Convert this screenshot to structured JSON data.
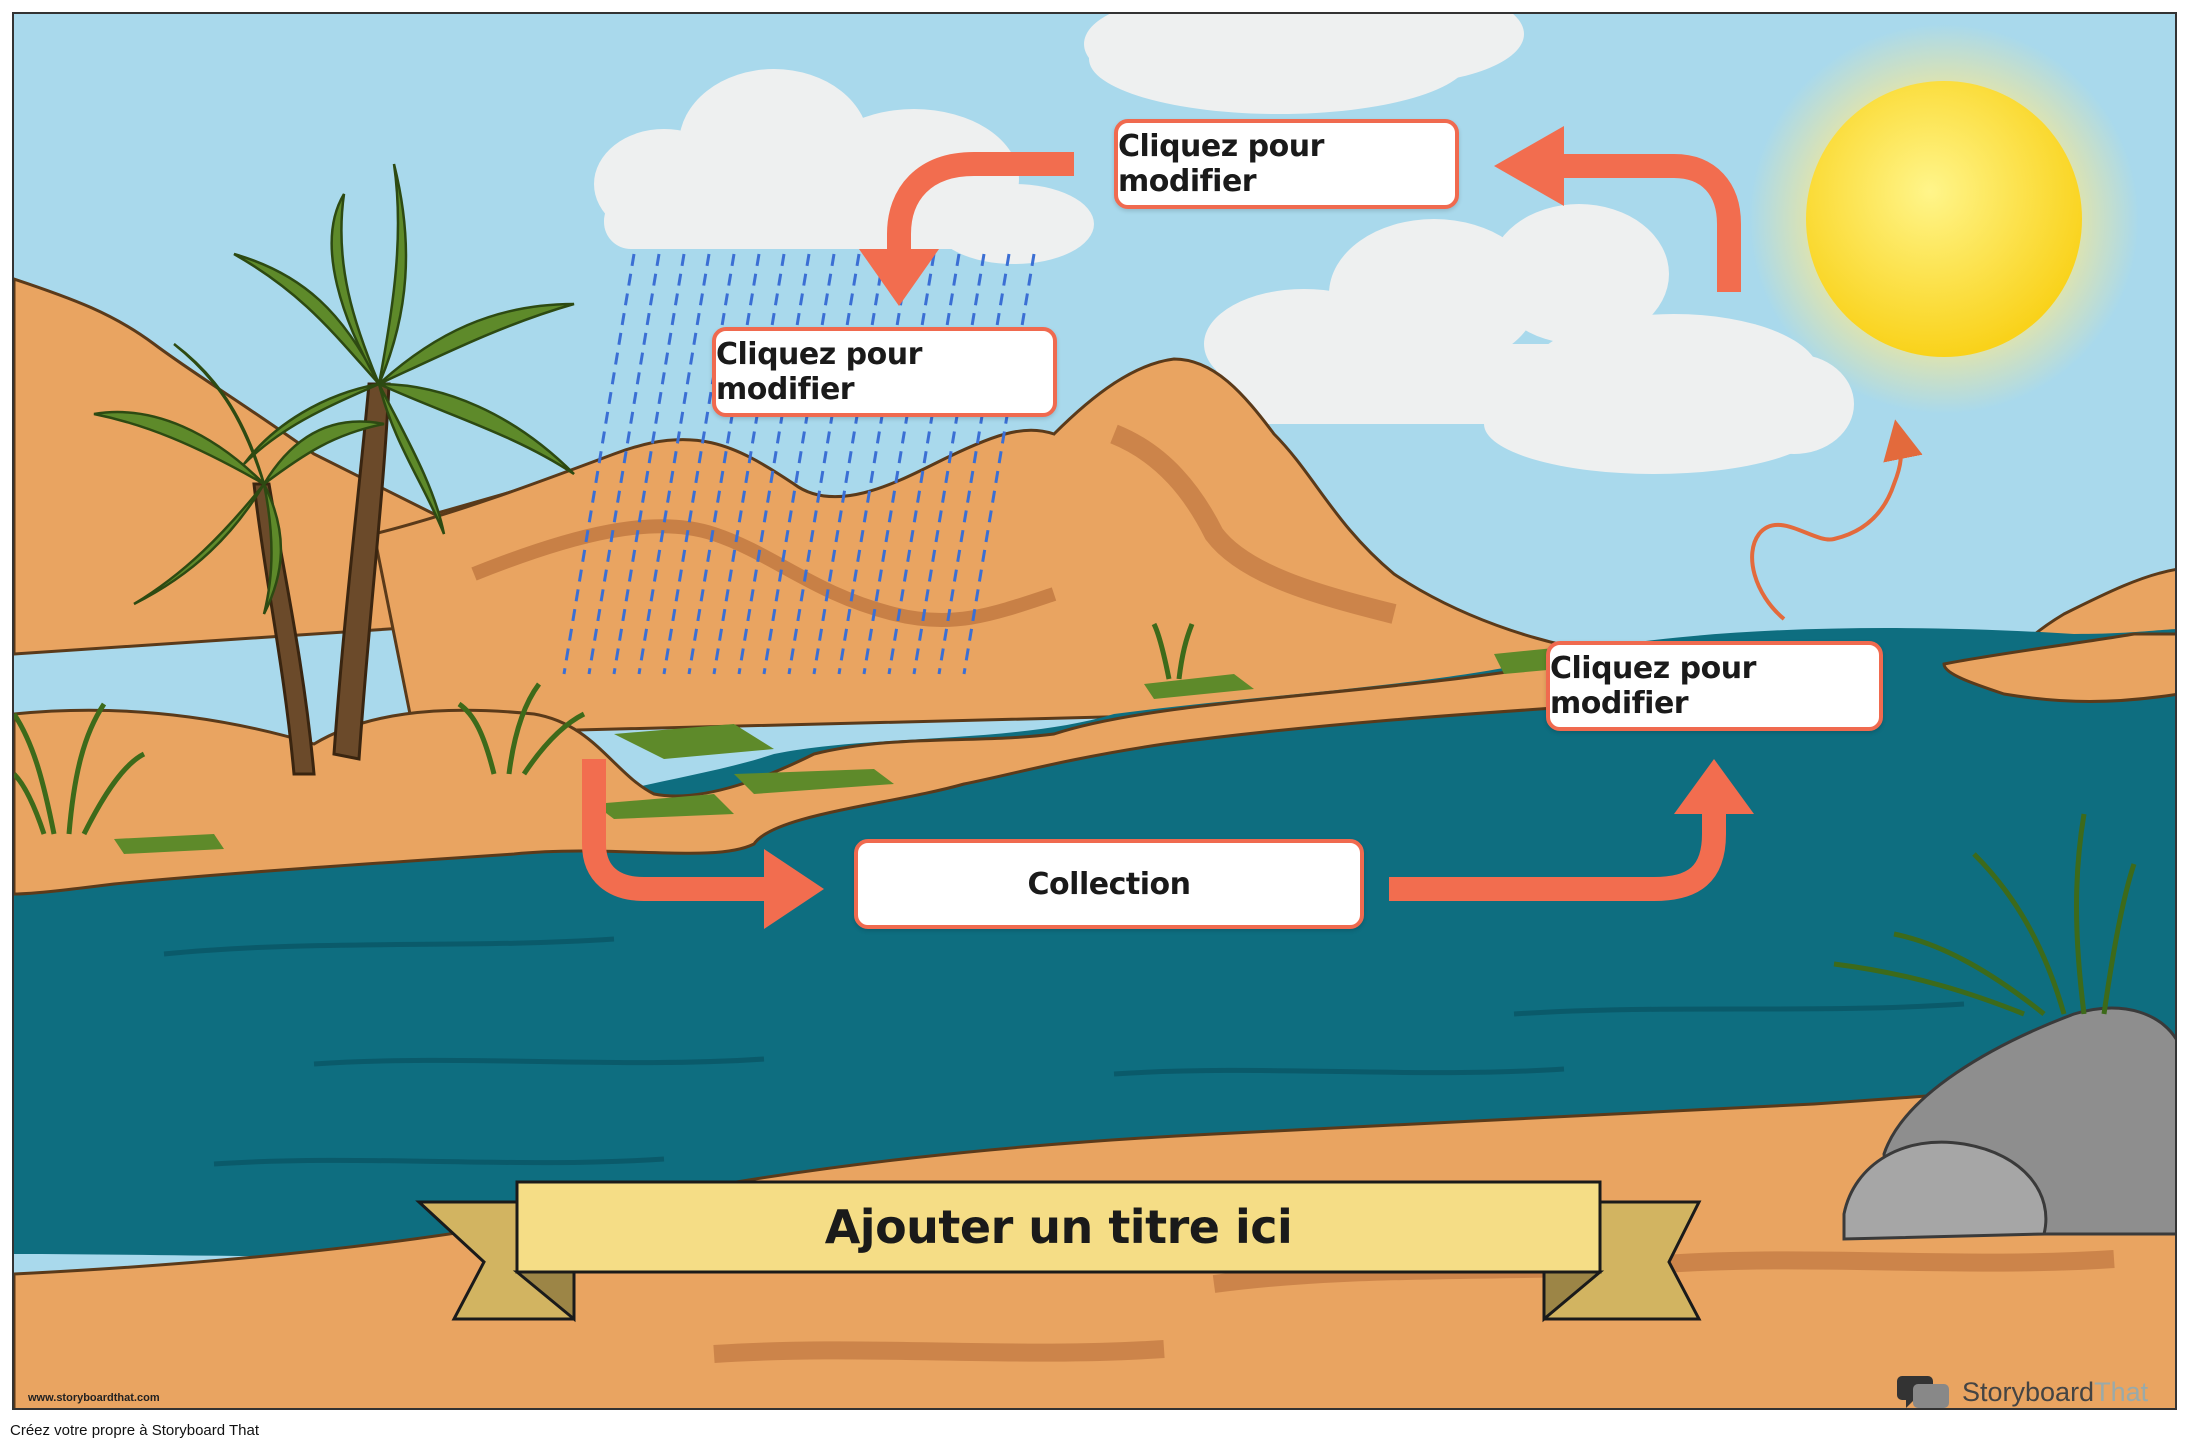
{
  "labels": {
    "top": "Cliquez pour modifier",
    "middle_left": "Cliquez pour modifier",
    "right": "Cliquez pour modifier",
    "bottom": "Collection"
  },
  "banner": {
    "title": "Ajouter un titre ici"
  },
  "branding": {
    "website": "www.storyboardthat.com",
    "logo_word1": "Storyboard",
    "logo_word2": "That",
    "footer": "Créez votre propre à Storyboard That"
  },
  "colors": {
    "sky": "#a9d9ec",
    "water": "#0e6e80",
    "sand": "#e9a461",
    "arrow": "#f06a4f",
    "banner": "#f5dd86",
    "sun": "#fde43a"
  }
}
